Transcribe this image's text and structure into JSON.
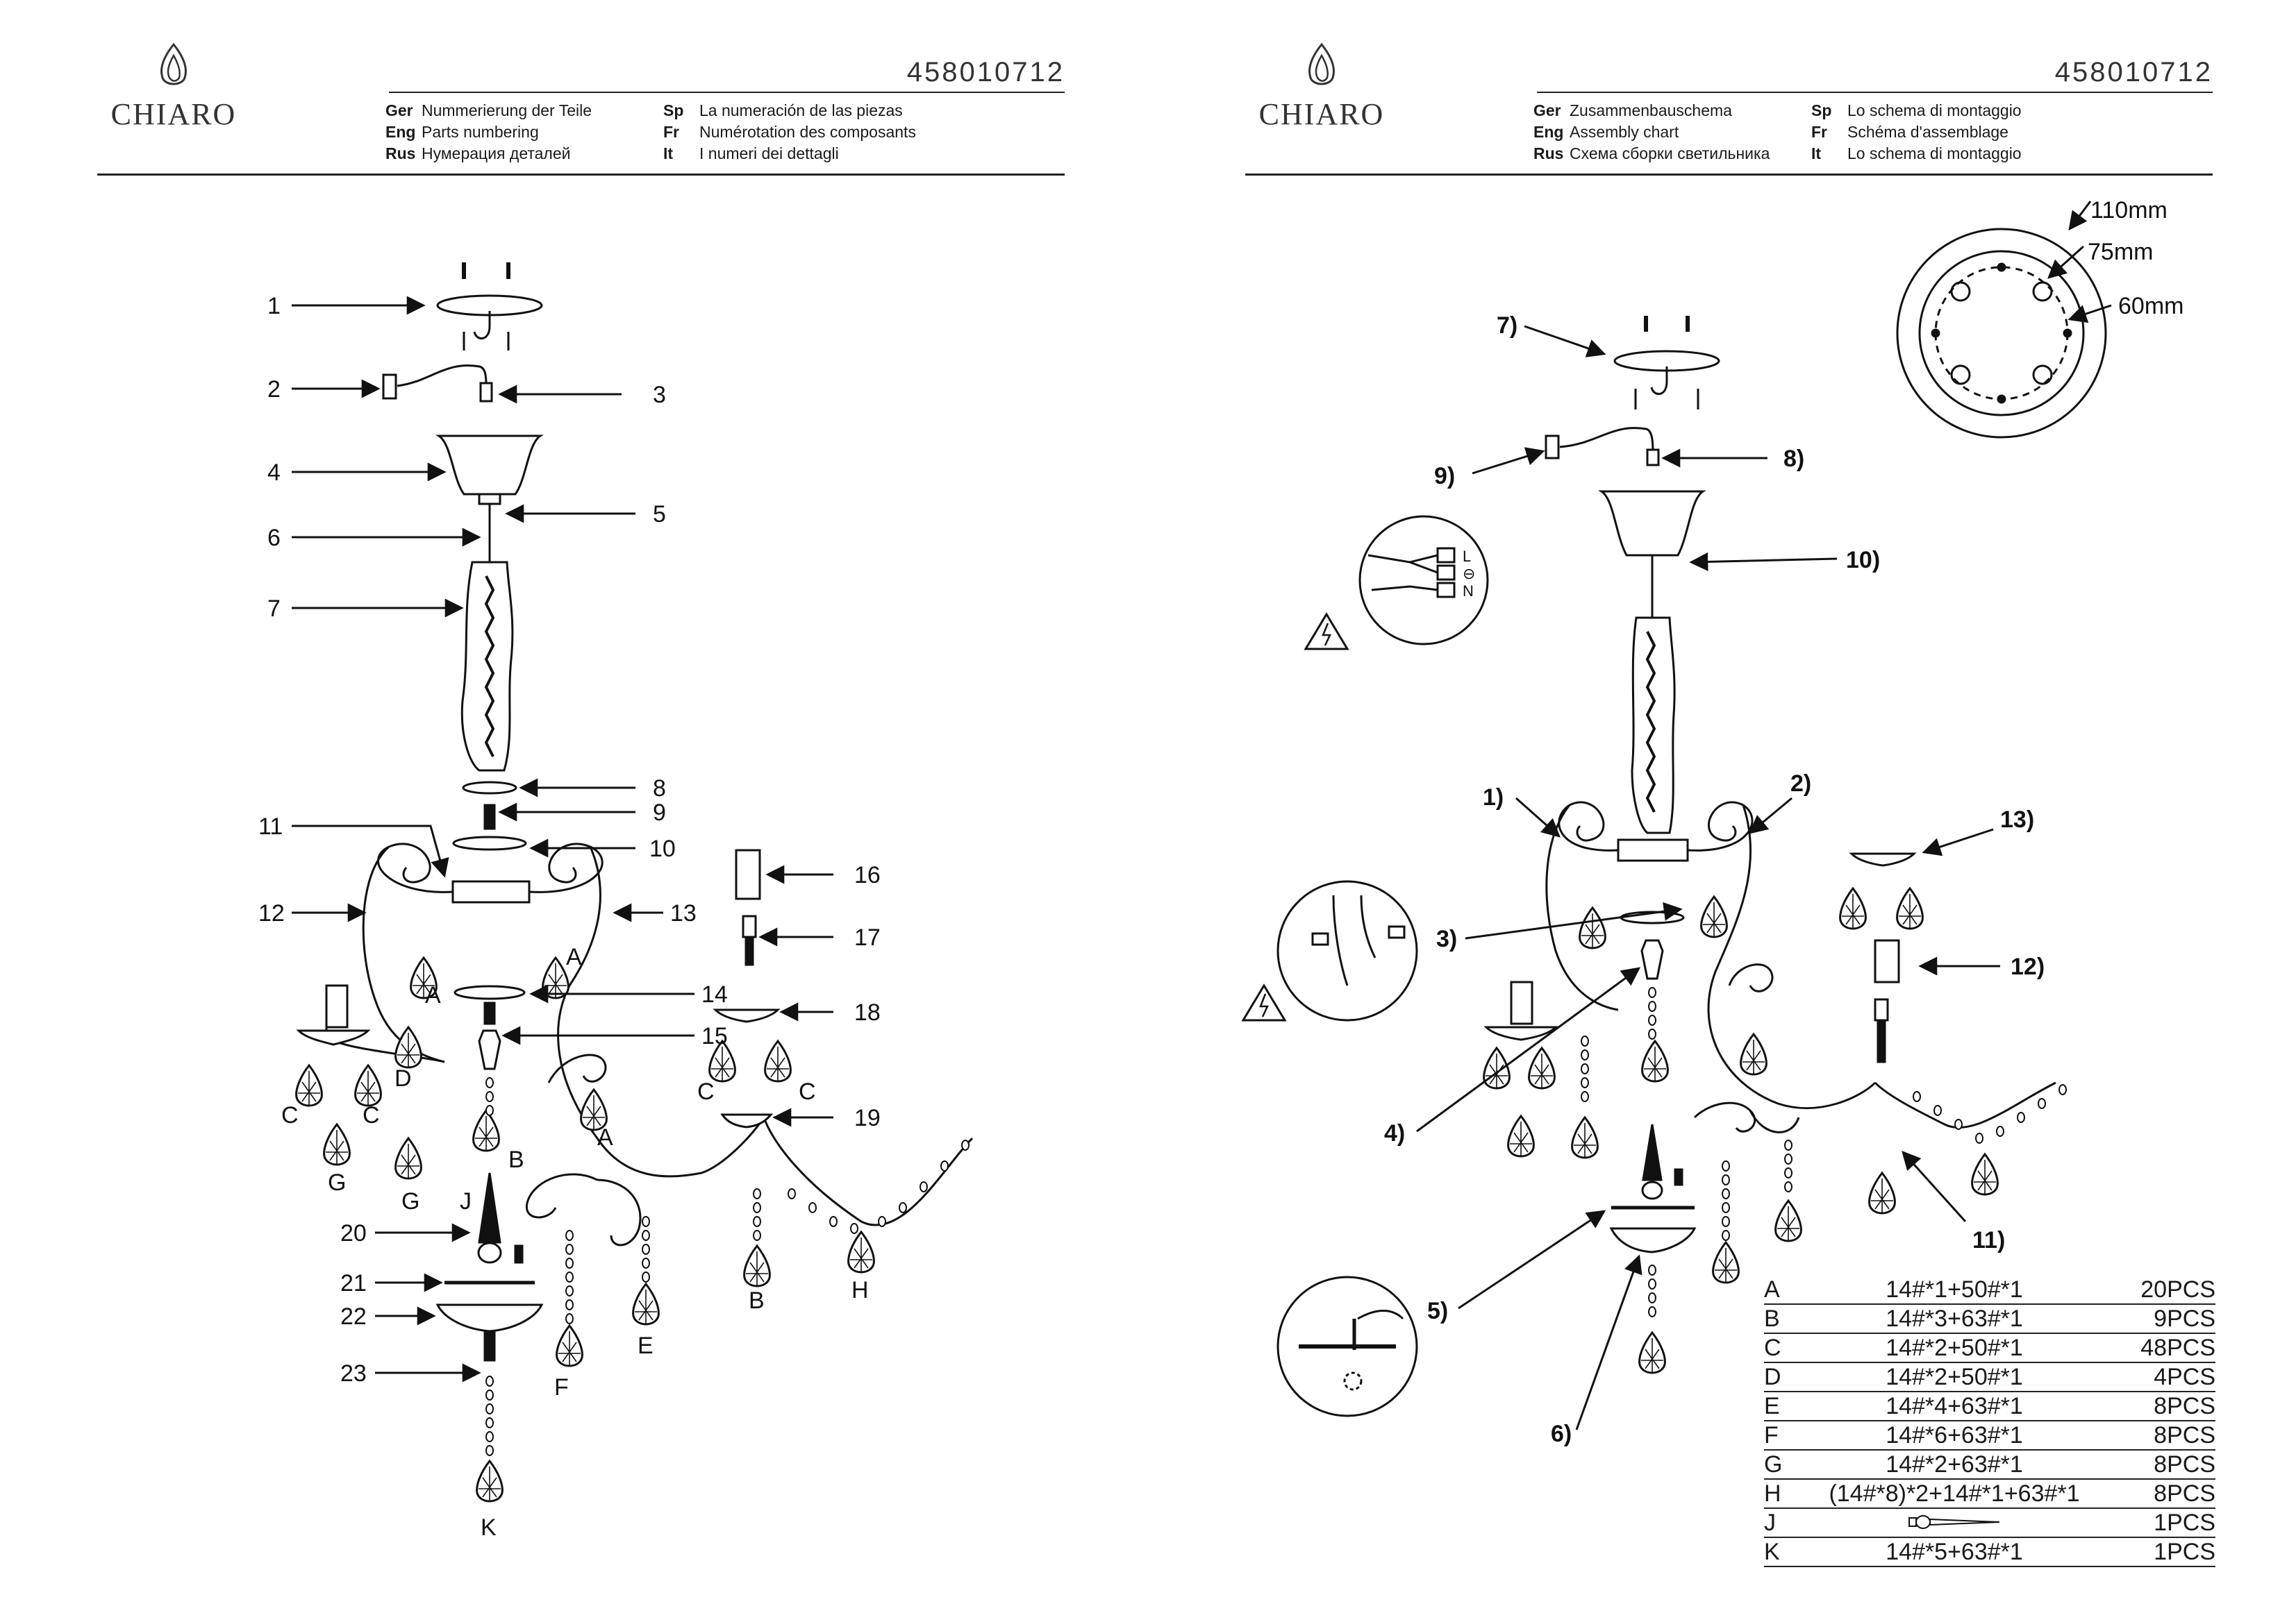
{
  "document_number": "458010712",
  "brand": "CHIARO",
  "left_page": {
    "headings": [
      {
        "lang": "Ger",
        "text": "Nummerierung der Teile"
      },
      {
        "lang": "Eng",
        "text": "Parts numbering"
      },
      {
        "lang": "Rus",
        "text": "Нумерация деталей"
      },
      {
        "lang": "Sp",
        "text": "La numeración de las piezas"
      },
      {
        "lang": "Fr",
        "text": "Numérotation des composants"
      },
      {
        "lang": "It",
        "text": "I numeri dei dettagli"
      }
    ],
    "part_numbers": [
      "1",
      "2",
      "3",
      "4",
      "5",
      "6",
      "7",
      "8",
      "9",
      "10",
      "11",
      "12",
      "13",
      "14",
      "15",
      "16",
      "17",
      "18",
      "19",
      "20",
      "21",
      "22",
      "23"
    ],
    "crystal_letters": {
      "A": "A",
      "B": "B",
      "C": "C",
      "D": "D",
      "E": "E",
      "F": "F",
      "G": "G",
      "H": "H",
      "J": "J",
      "K": "K"
    }
  },
  "right_page": {
    "headings": [
      {
        "lang": "Ger",
        "text": "Zusammenbauschema"
      },
      {
        "lang": "Eng",
        "text": "Assembly chart"
      },
      {
        "lang": "Rus",
        "text": "Схема сборки светильника"
      },
      {
        "lang": "Sp",
        "text": "Lo schema di montaggio"
      },
      {
        "lang": "Fr",
        "text": "Schéma d'assemblage"
      },
      {
        "lang": "It",
        "text": "Lo schema di montaggio"
      }
    ],
    "steps": [
      "1)",
      "2)",
      "3)",
      "4)",
      "5)",
      "6)",
      "7)",
      "8)",
      "9)",
      "10)",
      "11)",
      "12)",
      "13)"
    ],
    "mount_dimensions": {
      "outer": "110mm",
      "middle": "75mm",
      "inner": "60mm"
    },
    "wiring_labels": {
      "live": "L",
      "earth": "⊖",
      "neutral": "N"
    },
    "parts_table": [
      {
        "letter": "A",
        "spec": "14#*1+50#*1",
        "qty": "20PCS"
      },
      {
        "letter": "B",
        "spec": "14#*3+63#*1",
        "qty": "9PCS"
      },
      {
        "letter": "C",
        "spec": "14#*2+50#*1",
        "qty": "48PCS"
      },
      {
        "letter": "D",
        "spec": "14#*2+50#*1",
        "qty": "4PCS"
      },
      {
        "letter": "E",
        "spec": "14#*4+63#*1",
        "qty": "8PCS"
      },
      {
        "letter": "F",
        "spec": "14#*6+63#*1",
        "qty": "8PCS"
      },
      {
        "letter": "G",
        "spec": "14#*2+63#*1",
        "qty": "8PCS"
      },
      {
        "letter": "H",
        "spec": "(14#*8)*2+14#*1+63#*1",
        "qty": "8PCS"
      },
      {
        "letter": "J",
        "spec": "",
        "qty": "1PCS"
      },
      {
        "letter": "K",
        "spec": "14#*5+63#*1",
        "qty": "1PCS"
      }
    ]
  }
}
